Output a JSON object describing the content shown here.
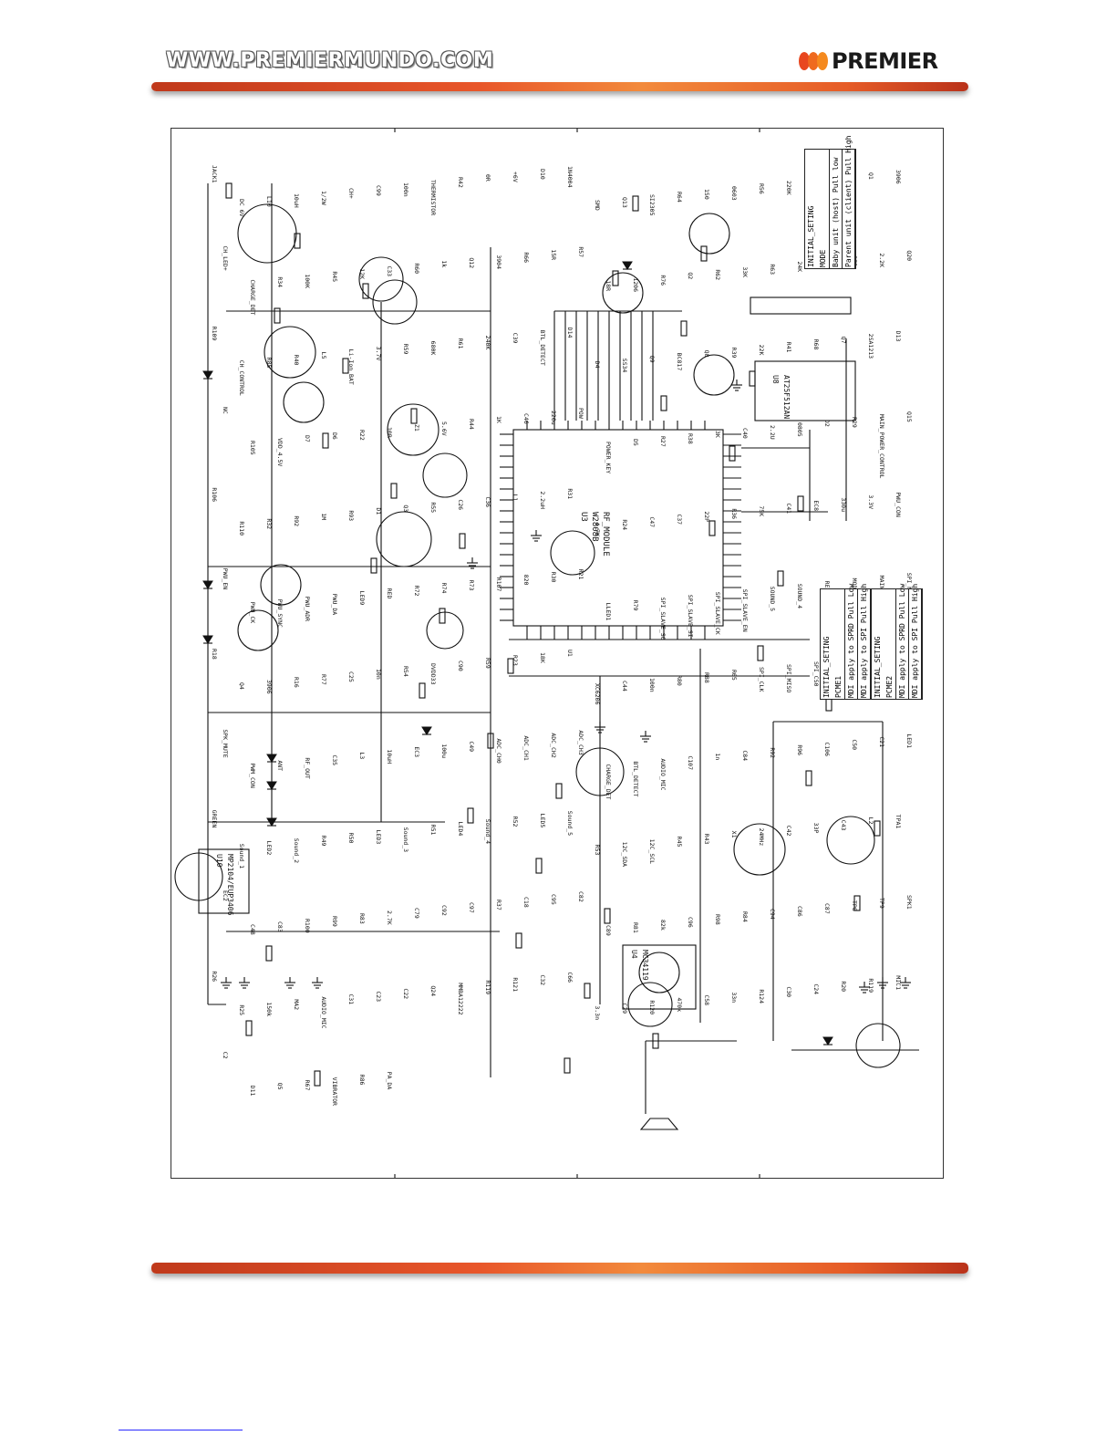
{
  "header": {
    "site_url": "WWW.PREMIERMUNDO.COM",
    "brand_name": "PREMIER",
    "brand_dot_colors": [
      "#e8471f",
      "#ef6a1f",
      "#f58a1f"
    ]
  },
  "schematic": {
    "setting_table_rf": {
      "title": "INITIAL_SETING",
      "rows": [
        "MODE",
        "Baby unit (host) Pull low",
        "Parent unit (client) Pull High"
      ]
    },
    "setting_table_pcme1": {
      "title": "INITIAL_SETING",
      "rows": [
        "PCME1",
        "MDI apply to SPRD Pull Low",
        "MDI apply to SPI Pull High"
      ]
    },
    "setting_table_pcme2": {
      "title": "INITIAL_SETING",
      "rows": [
        "PCME2",
        "MDI apply to SPRD Pull Low",
        "MDI apply to SPI Pull High"
      ]
    },
    "modules": {
      "rf_module": [
        "U3",
        "W2808B",
        "RF_MODULE"
      ],
      "flash": [
        "U8",
        "AT25F512AN"
      ],
      "regulator": [
        "U10",
        "MP2104/EUP3406"
      ],
      "amp": [
        "U4",
        "MC34119"
      ]
    },
    "labels": [
      "JACK1",
      "DC 6V",
      "L10",
      "10uH",
      "1/2W",
      "CH+",
      "C99",
      "100n",
      "THERMISTOR",
      "R42",
      "0R",
      "+6V",
      "D10",
      "1N4004",
      "SMD",
      "Q13",
      "SI2305",
      "R64",
      "150",
      "0603",
      "R56",
      "220K",
      "R28",
      "3.3K",
      "Q1",
      "3906",
      "CH_LED+",
      "CHARGE_DET",
      "R34",
      "100K",
      "R45",
      "12K",
      "C33",
      "R60",
      "1k",
      "Q12",
      "3904",
      "R66",
      "15R",
      "R57",
      "18R",
      "1206",
      "R76",
      "Q2",
      "R62",
      "33K",
      "R63",
      "24K",
      "R65",
      "R75",
      "2.2K",
      "Q20",
      "R109",
      "CH_CONTROL",
      "R85",
      "R40",
      "L5",
      "Li-Ion BAT",
      "3.7V",
      "R59",
      "680K",
      "R61",
      "240K",
      "C39",
      "BTL_DETECT",
      "D14",
      "D4",
      "SS34",
      "Q9",
      "BC817",
      "Q8",
      "R39",
      "22K",
      "R41",
      "R68",
      "Q7",
      "2SA1213",
      "D13",
      "NC",
      "R105",
      "VDD_4.5V",
      "D7",
      "D6",
      "R22",
      "10R",
      "Z1",
      "5.6V",
      "R44",
      "1K",
      "C46",
      "220u",
      "POW",
      "POWER_KEY",
      "D5",
      "R27",
      "R38",
      "3K",
      "C40",
      "2.2U",
      "0805",
      "D2",
      "R29",
      "MAIN_POWER_CONTROL",
      "Q15",
      "R106",
      "R110",
      "R32",
      "R92",
      "1M",
      "R93",
      "D1",
      "Q3",
      "R55",
      "C26",
      "C36",
      "L1",
      "2.2uH",
      "R31",
      "4.7K",
      "R24",
      "C47",
      "C37",
      "22P",
      "R36",
      "75K",
      "C41",
      "EC8",
      "330u",
      "3.3V",
      "PWU_CON",
      "PWU_EN",
      "PWU_CK",
      "PWU_SYNC",
      "PWU_ADR",
      "PWU_DA",
      "LED9",
      "RED",
      "R72",
      "R74",
      "R73",
      "R107",
      "820",
      "R30",
      "R21",
      "LLED1",
      "R79",
      "SPI_SLAVE_SO",
      "SPI_SLAVE_SI",
      "SPI_SLAVE_CK",
      "SPI_SLAVE_EN",
      "SOUND_5",
      "SOUND_4",
      "RESET",
      "MODE",
      "MAIN_POWER_CONTROL",
      "SPI_MOSI",
      "R18",
      "Q4",
      "3906",
      "R16",
      "R77",
      "C25",
      "10n",
      "R54",
      "DVDD33",
      "C90",
      "R59",
      "R23",
      "18K",
      "U1",
      "XC6206",
      "C44",
      "100n",
      "R80",
      "R88",
      "R65",
      "SPI_CLK",
      "SPI_MISO",
      "SPI_CS0",
      "SPI_CS1",
      "POWER_KEY",
      "CH_CONTROL",
      "SPK_MUTE",
      "PWM_CON",
      "ANT",
      "RF_OUT",
      "C35",
      "L3",
      "10uH",
      "EC3",
      "100u",
      "C49",
      "ADC_CH0",
      "ADC_CH1",
      "ADC_CH2",
      "ADC_CH3",
      "CHARGE_DET",
      "BTL_DETECT",
      "AUDIO_MIC",
      "C107",
      "1n",
      "C84",
      "R92",
      "R96",
      "C106",
      "C50",
      "C21",
      "LED1",
      "GREEN",
      "Sound_1",
      "LED2",
      "Sound_2",
      "R49",
      "R50",
      "LED3",
      "Sound_3",
      "R51",
      "LED4",
      "Sound_4",
      "R52",
      "LED5",
      "Sound_5",
      "R53",
      "12C_SDA",
      "12C_SCL",
      "R45",
      "R43",
      "X1",
      "24MHz",
      "C42",
      "33P",
      "C43",
      "L2",
      "TPA1",
      "EC2",
      "C48",
      "C83",
      "R100",
      "R99",
      "R83",
      "2.7K",
      "C79",
      "C92",
      "C97",
      "R37",
      "C18",
      "C95",
      "C82",
      "C89",
      "R81",
      "82k",
      "C96",
      "R98",
      "R84",
      "C94",
      "C86",
      "C87",
      "TP8",
      "TP9",
      "SPK1",
      "R26",
      "R25",
      "150k",
      "MA2",
      "AUDIO_MIC",
      "C31",
      "C23",
      "C22",
      "Q24",
      "MMBA12222",
      "R119",
      "R121",
      "C32",
      "C66",
      "3.3n",
      "C29",
      "R120",
      "470k",
      "C58",
      "33n",
      "R124",
      "C30",
      "C24",
      "R20",
      "R119",
      "MIC1",
      "C2",
      "D11",
      "Q5",
      "R67",
      "VIBRATOR",
      "R86",
      "PA_DA"
    ]
  }
}
